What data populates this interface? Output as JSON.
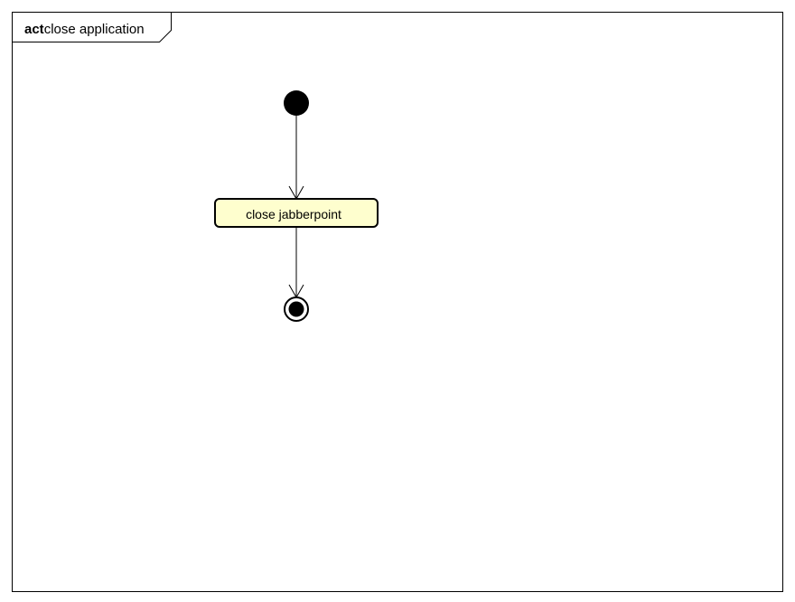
{
  "frame": {
    "keyword": "act",
    "name": "close application"
  },
  "nodes": {
    "initial": {
      "kind": "initial-node"
    },
    "action": {
      "kind": "action",
      "label": "close jabberpoint"
    },
    "final": {
      "kind": "activity-final-node"
    }
  },
  "edges": [
    {
      "from": "initial",
      "to": "action"
    },
    {
      "from": "action",
      "to": "final"
    }
  ],
  "colors": {
    "line": "#000000",
    "action_fill": "#fefece",
    "background": "#ffffff"
  }
}
